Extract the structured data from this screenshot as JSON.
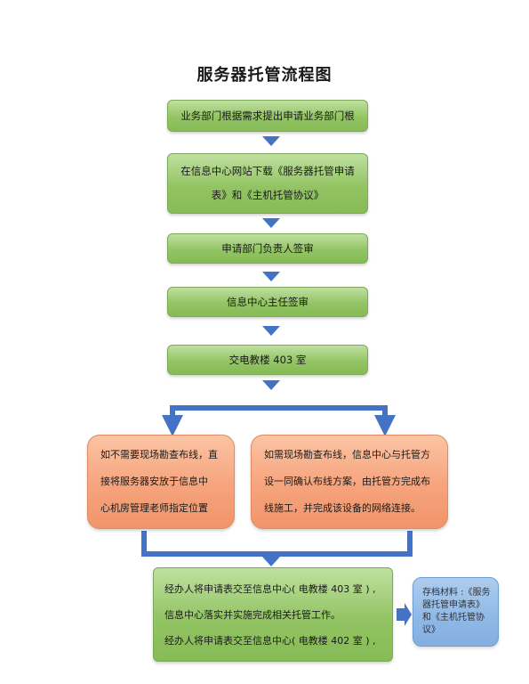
{
  "title": "服务器托管流程图",
  "steps": [
    {
      "lines": [
        "业务部门根据需求提出申请业务部门根"
      ]
    },
    {
      "lines": [
        "在信息中心网站下载《服务器托管申请",
        "表》和《主机托管协议》"
      ]
    },
    {
      "lines": [
        "申请部门负责人签审"
      ]
    },
    {
      "lines": [
        "信息中心主任签审"
      ]
    },
    {
      "lines": [
        "交电教楼 403 室"
      ]
    }
  ],
  "branches": [
    {
      "lines": [
        "如不需要现场勘查布线，直",
        "接将服务器安放于信息中",
        "心机房管理老师指定位置"
      ]
    },
    {
      "lines": [
        "如需现场勘查布线，信息中心与托管方",
        "设一同确认布线方案，由托管方完成布",
        "线施工，并完成该设备的网络连接。"
      ]
    }
  ],
  "final_step": {
    "lines": [
      "经办人将申请表交至信息中心(  电教楼 403 室 ) ,",
      "信息中心落实并实施完成相关托管工作。",
      "经办人将申请表交至信息中心(  电教楼 402 室 ) ,"
    ]
  },
  "note": {
    "lines": [
      "存档材料 :《服务",
      "器托管申请表》",
      "和《主机托管协",
      "议》"
    ]
  },
  "colors": {
    "step_fill": "#93c464",
    "branch_fill": "#f6a37c",
    "note_fill": "#8fb8e6",
    "connector": "#4472c4"
  }
}
